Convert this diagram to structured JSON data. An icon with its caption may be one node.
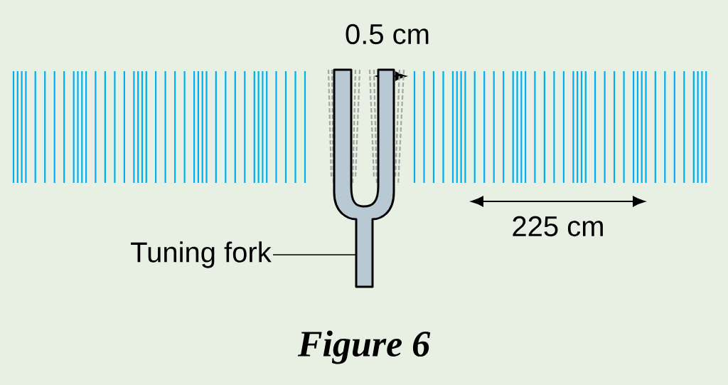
{
  "diagram": {
    "caption": "Figure 6",
    "nodes": [
      {
        "text": [
          "Tuning fork"
        ]
      },
      {
        "text": [],
        "shape": "picture"
      }
    ],
    "edges": [
      {
        "from": 0,
        "to": 1,
        "arrow": "none"
      }
    ],
    "labels": [
      "0.5 cm",
      "225 cm"
    ]
  }
}
